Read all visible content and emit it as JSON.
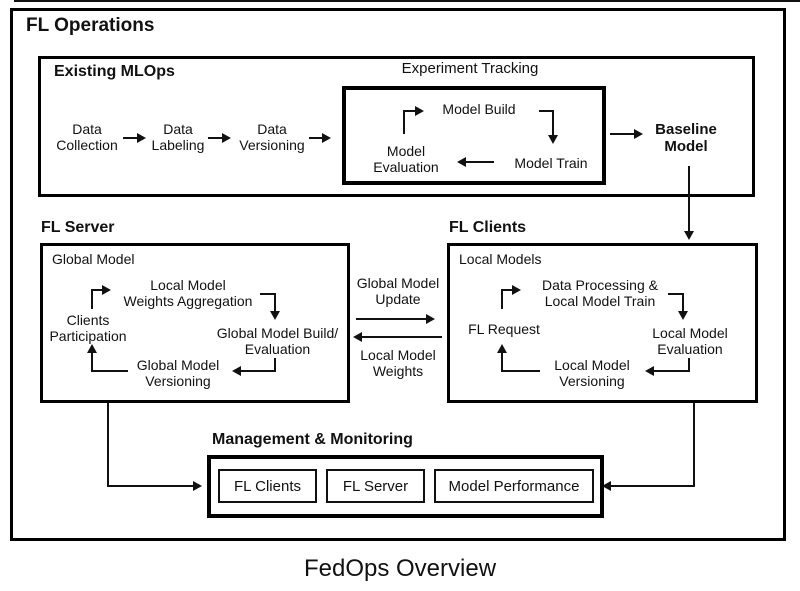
{
  "diagram": {
    "title": "FL Operations",
    "caption": "FedOps Overview"
  },
  "mlops": {
    "title": "Existing MLOps",
    "pipeline": [
      "Data\nCollection",
      "Data\nLabeling",
      "Data\nVersioning"
    ],
    "experiment": {
      "label": "Experiment Tracking",
      "build": "Model Build",
      "train": "Model Train",
      "evaluation": "Model\nEvaluation"
    },
    "baseline": "Baseline\nModel"
  },
  "server": {
    "title": "FL Server",
    "subtitle": "Global Model",
    "aggregation": "Local Model\nWeights Aggregation",
    "participation": "Clients\nParticipation",
    "build_eval": "Global Model Build/\nEvaluation",
    "versioning": "Global Model\nVersioning"
  },
  "exchange": {
    "update": "Global Model\nUpdate",
    "weights": "Local Model\nWeights"
  },
  "clients": {
    "title": "FL Clients",
    "subtitle": "Local Models",
    "processing": "Data Processing &\nLocal Model Train",
    "request": "FL Request",
    "evaluation": "Local Model\nEvaluation",
    "versioning": "Local Model\nVersioning"
  },
  "monitoring": {
    "title": "Management & Monitoring",
    "panels": [
      "FL Clients",
      "FL Server",
      "Model Performance"
    ]
  },
  "colors": {
    "line": "#111111",
    "border": "#000000",
    "background": "#ffffff"
  }
}
